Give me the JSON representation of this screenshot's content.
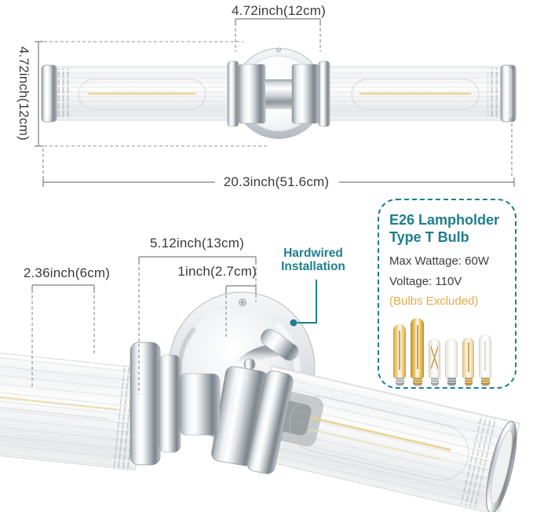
{
  "colors": {
    "teal": "#1e7e8e",
    "gold": "#e2ac48",
    "dim-text": "#3b3b3b",
    "dim-line": "#7d7d7d"
  },
  "top_view": {
    "backplate_width": "4.72inch(12cm)",
    "height": "4.72inch(12cm)",
    "total_width": "20.3inch(51.6cm)"
  },
  "detail_view": {
    "backplate_width": "5.12inch(13cm)",
    "screw_offset": "1inch(2.7cm)",
    "shade_diameter": "2.36inch(6cm)",
    "install_line1": "Hardwired",
    "install_line2": "Installation"
  },
  "info_box": {
    "title_line1": "E26 Lampholder",
    "title_line2": "Type T Bulb",
    "max_wattage": "Max Wattage: 60W",
    "voltage": "Voltage: 110V",
    "bulbs_note": "(Bulbs Excluded)",
    "bulbs": [
      {
        "name": "t10-amber-filament-bulb-icon",
        "glass": "#efd189",
        "glass_edge": "#d9a93f",
        "base": "#bcc1c6",
        "width": 16,
        "height": 68,
        "filament": "straight"
      },
      {
        "name": "t10-gold-dome-bulb-icon",
        "glass": "#eac35c",
        "glass_edge": "#c9952c",
        "base": "#d9a93f",
        "width": 17,
        "height": 76,
        "filament": "straight"
      },
      {
        "name": "t6-clear-x-filament-bulb-icon",
        "glass": "#f5f3ec",
        "glass_edge": "#dcd7ca",
        "base": "#bcc1c6",
        "width": 15,
        "height": 50,
        "filament": "x"
      },
      {
        "name": "t6-frosted-white-bulb-icon",
        "glass": "#f8f6f1",
        "glass_edge": "#e2dfd6",
        "base": "#9aa0a6",
        "width": 16,
        "height": 50,
        "filament": "none"
      },
      {
        "name": "t6-cream-filament-bulb-icon",
        "glass": "#f5e5c0",
        "glass_edge": "#e0c384",
        "base": "#d9a93f",
        "width": 15,
        "height": 51,
        "filament": "straight"
      },
      {
        "name": "t6-clear-tube-bulb-icon",
        "glass": "#f7f8f5",
        "glass_edge": "#dee1da",
        "base": "#d9a93f",
        "width": 16,
        "height": 55,
        "filament": "faint"
      }
    ]
  }
}
